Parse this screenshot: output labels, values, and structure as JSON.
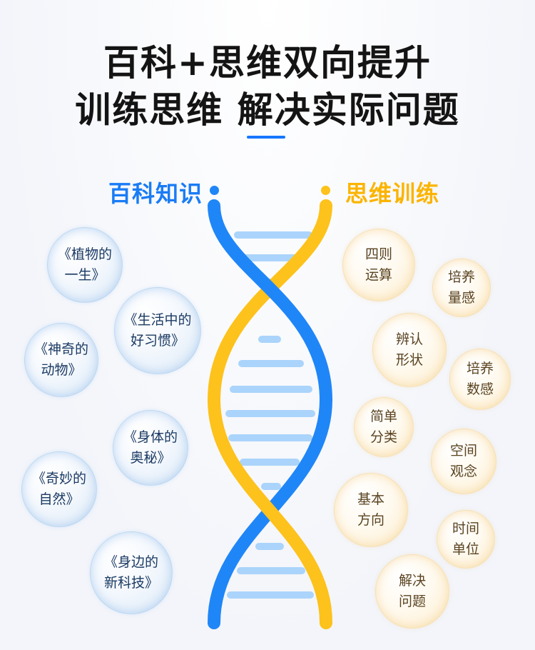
{
  "heading": {
    "line1": "百科+思维双向提升",
    "line2": "训练思维 解决实际问题"
  },
  "sections": {
    "left_title": "百科知识",
    "right_title": "思维训练"
  },
  "colors": {
    "blue": "#1f86f7",
    "yellow": "#fdc21b",
    "rung": "#aad4fb",
    "title_text": "#141414"
  },
  "encyclopedia_topics": [
    "《植物的\n一生》",
    "《生活中的\n好习惯》",
    "《神奇的\n动物》",
    "《身体的\n奥秘》",
    "《奇妙的\n自然》",
    "《身边的\n新科技》"
  ],
  "thinking_skills": [
    "四则\n运算",
    "培养\n量感",
    "辨认\n形状",
    "培养\n数感",
    "简单\n分类",
    "空间\n观念",
    "基本\n方向",
    "时间\n单位",
    "解决\n问题"
  ]
}
